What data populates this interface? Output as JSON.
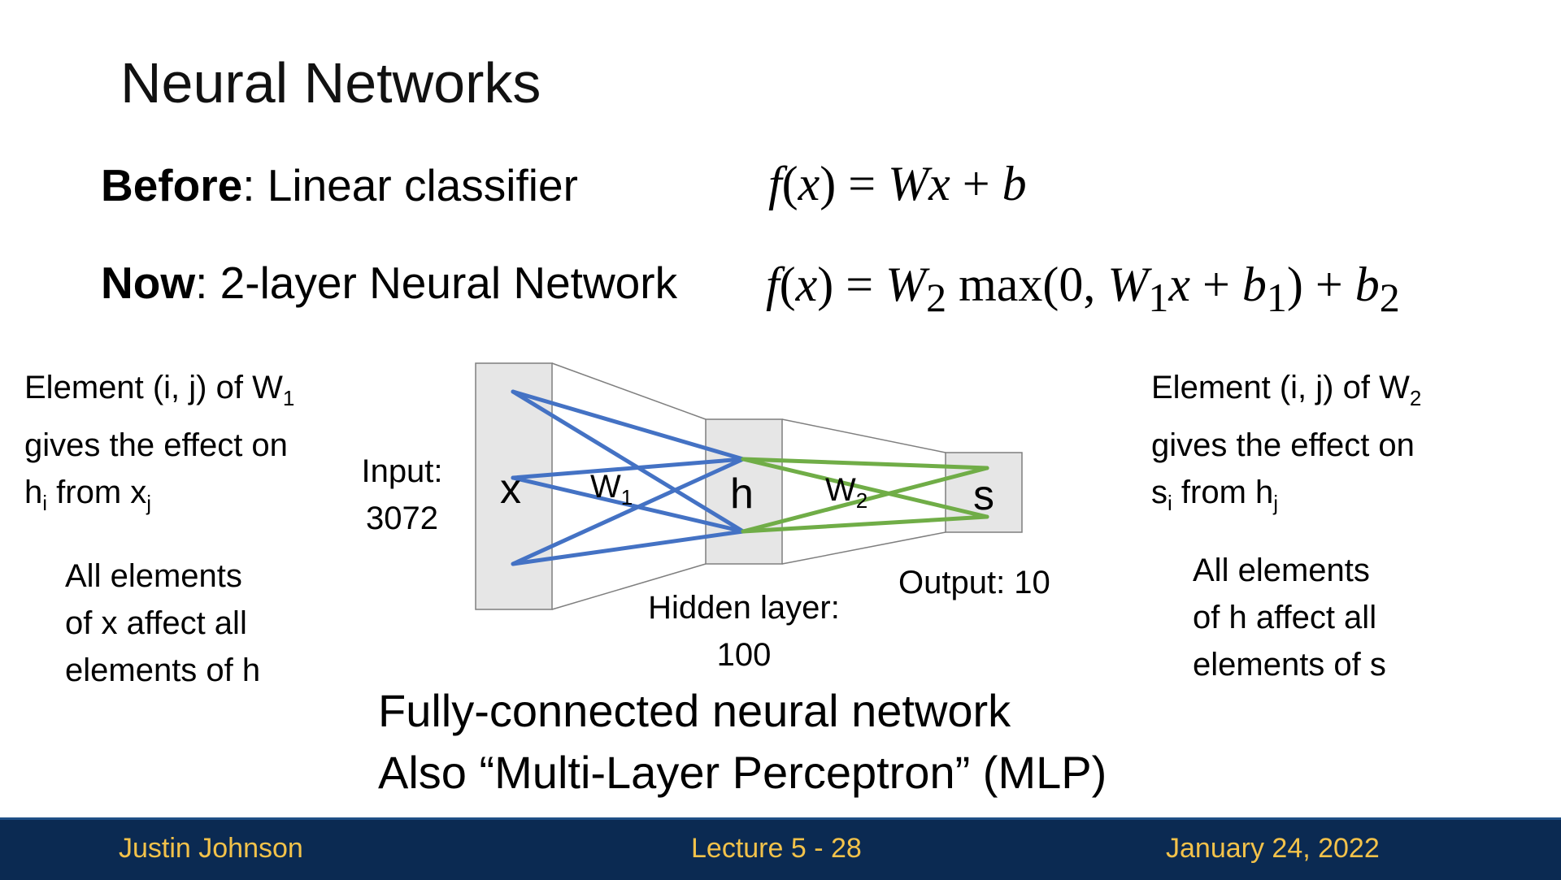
{
  "title": "Neural Networks",
  "before": {
    "label": "Before",
    "text": ": Linear classifier"
  },
  "now": {
    "label": "Now",
    "text": ": 2-layer Neural Network"
  },
  "diagram": {
    "node_x": "x",
    "node_h": "h",
    "node_s": "s",
    "weight_1": "W",
    "weight_1_sub": "1",
    "weight_2": "W",
    "weight_2_sub": "2",
    "input_label_1": "Input:",
    "input_label_2": "3072",
    "hidden_label_1": "Hidden layer:",
    "hidden_label_2": "100",
    "output_label": "Output: 10",
    "colors": {
      "w1_edges": "#4472c4",
      "w2_edges": "#70ad47",
      "box_fill": "#e6e6e6",
      "box_stroke": "#7f7f7f"
    }
  },
  "left_note": {
    "line1": "Element (i, j) of W",
    "line1_sub": "1",
    "line2": "gives the effect on",
    "line3_a": "h",
    "line3_a_sub": "i",
    "line3_b": " from x",
    "line3_b_sub": "j",
    "para2": [
      "All elements",
      "of x affect all",
      "elements of h"
    ]
  },
  "right_note": {
    "line1": "Element (i, j) of W",
    "line1_sub": "2",
    "line2": "gives the effect on",
    "line3_a": "s",
    "line3_a_sub": "i",
    "line3_b": " from h",
    "line3_b_sub": "j",
    "para2": [
      "All elements",
      "of h affect all",
      "elements of s"
    ]
  },
  "bottom": {
    "line1": "Fully-connected neural network",
    "line2": "Also “Multi-Layer Perceptron” (MLP)"
  },
  "footer": {
    "author": "Justin Johnson",
    "lecture": "Lecture 5 - 28",
    "date": "January 24, 2022",
    "background": "#0b2a52",
    "text_color": "#f3c24a"
  }
}
